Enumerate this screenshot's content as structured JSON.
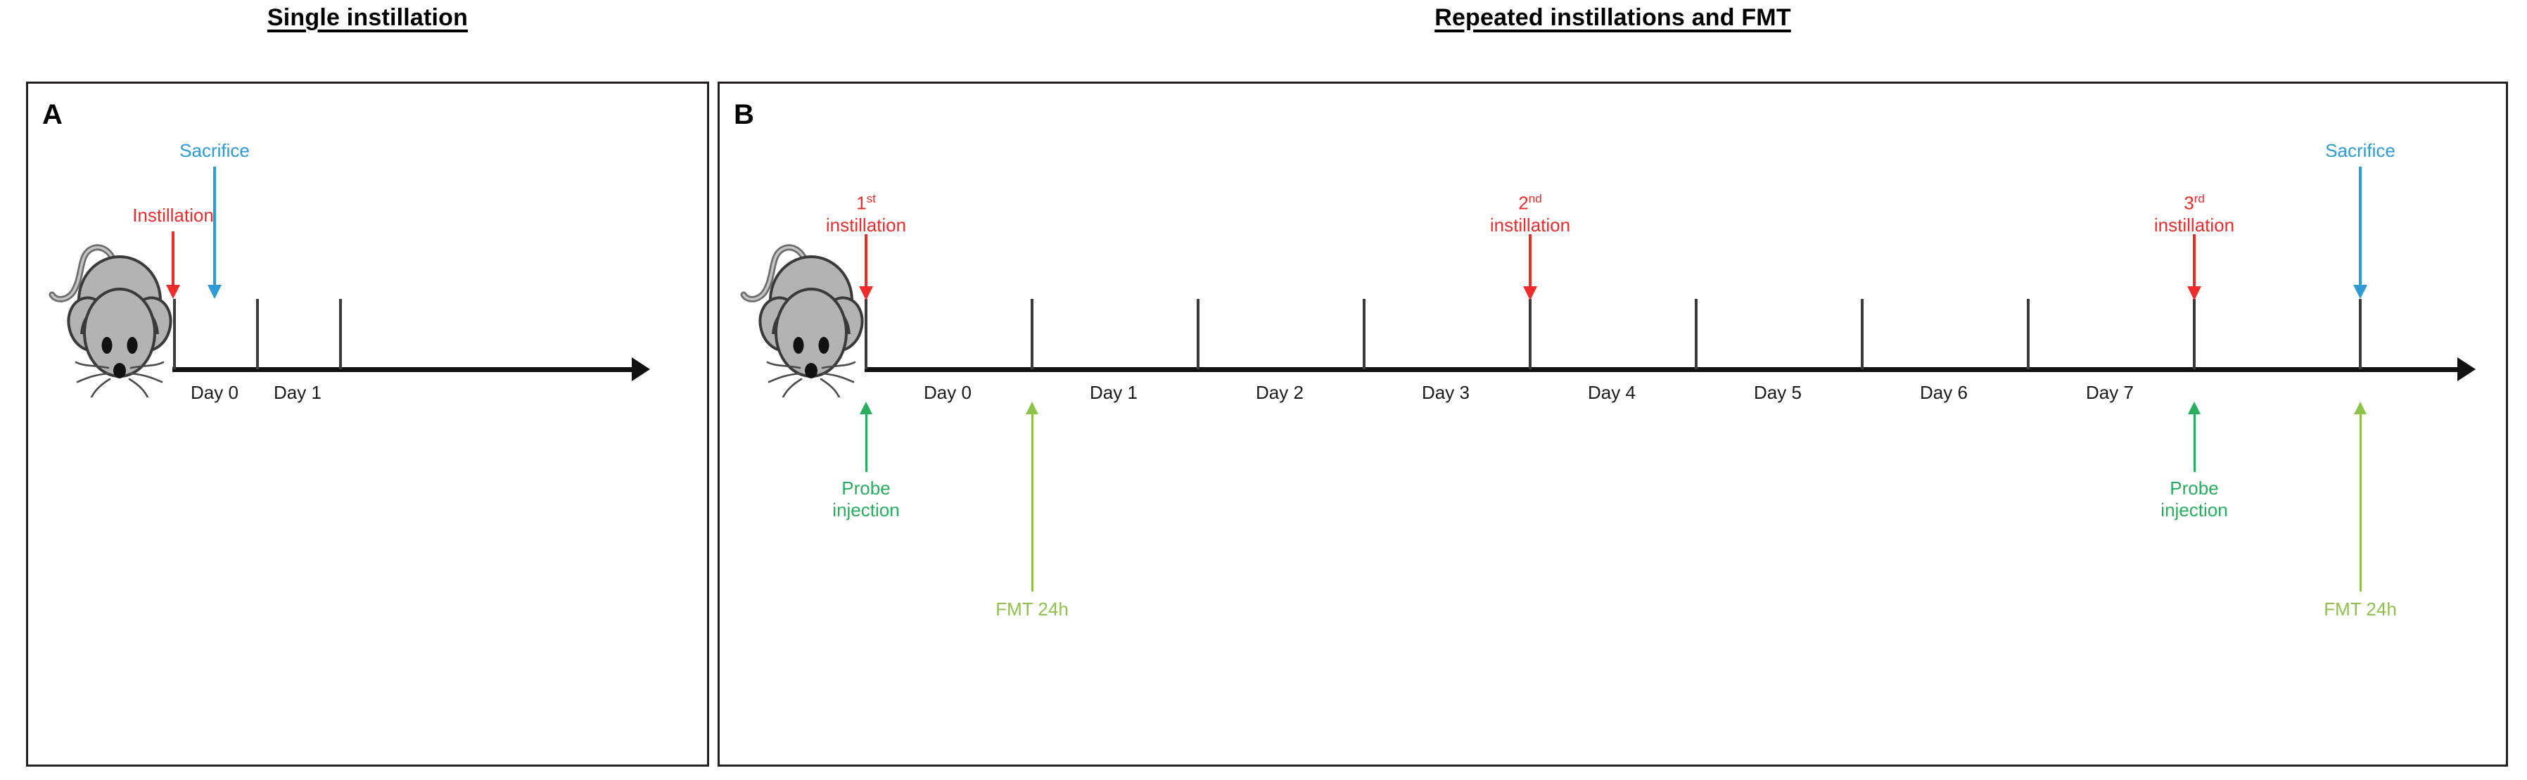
{
  "figure": {
    "panels": [
      {
        "id": "A",
        "letter": "A",
        "title": "Single instillation",
        "axis": {
          "day_labels": [
            "Day 0",
            "Day 1"
          ],
          "tick_count": 3
        },
        "events": [
          {
            "label": "Instillation",
            "color": "#ee2b2b",
            "direction": "down",
            "day": 0
          },
          {
            "label": "Sacrifice",
            "color": "#2e9bd6",
            "direction": "down",
            "day": 0.5
          }
        ]
      },
      {
        "id": "B",
        "letter": "B",
        "title": "Repeated instillations  and FMT",
        "axis": {
          "day_labels": [
            "Day 0",
            "Day 1",
            "Day 2",
            "Day 3",
            "Day 4",
            "Day 5",
            "Day 6",
            "Day 7"
          ],
          "tick_count": 9
        },
        "events": [
          {
            "label_line1": "1",
            "label_sup": "st",
            "label_line2": "instillation",
            "color": "#ee2b2b",
            "direction": "down"
          },
          {
            "label_line1": "2",
            "label_sup": "nd",
            "label_line2": "instillation",
            "color": "#ee2b2b",
            "direction": "down"
          },
          {
            "label_line1": "3",
            "label_sup": "rd",
            "label_line2": "instillation",
            "color": "#ee2b2b",
            "direction": "down"
          },
          {
            "label_line1": "Sacrifice",
            "color": "#2e9bd6",
            "direction": "down"
          },
          {
            "label_line1": "Probe",
            "label_line2": "injection",
            "color": "#27ae5f",
            "direction": "up"
          },
          {
            "label_line1": "FMT 24h",
            "color": "#8fc24b",
            "direction": "up"
          },
          {
            "label_line1": "Probe",
            "label_line2": "injection",
            "color": "#27ae5f",
            "direction": "up"
          },
          {
            "label_line1": "FMT 24h",
            "color": "#8fc24b",
            "direction": "up"
          }
        ]
      }
    ],
    "colors": {
      "instillation": "#ee2b2b",
      "sacrifice": "#2e9bd6",
      "probe_injection": "#27ae5f",
      "fmt": "#8fc24b",
      "axis": "#111111",
      "mouse_body": "#b3b3b3",
      "panel_border": "#231f20"
    }
  }
}
